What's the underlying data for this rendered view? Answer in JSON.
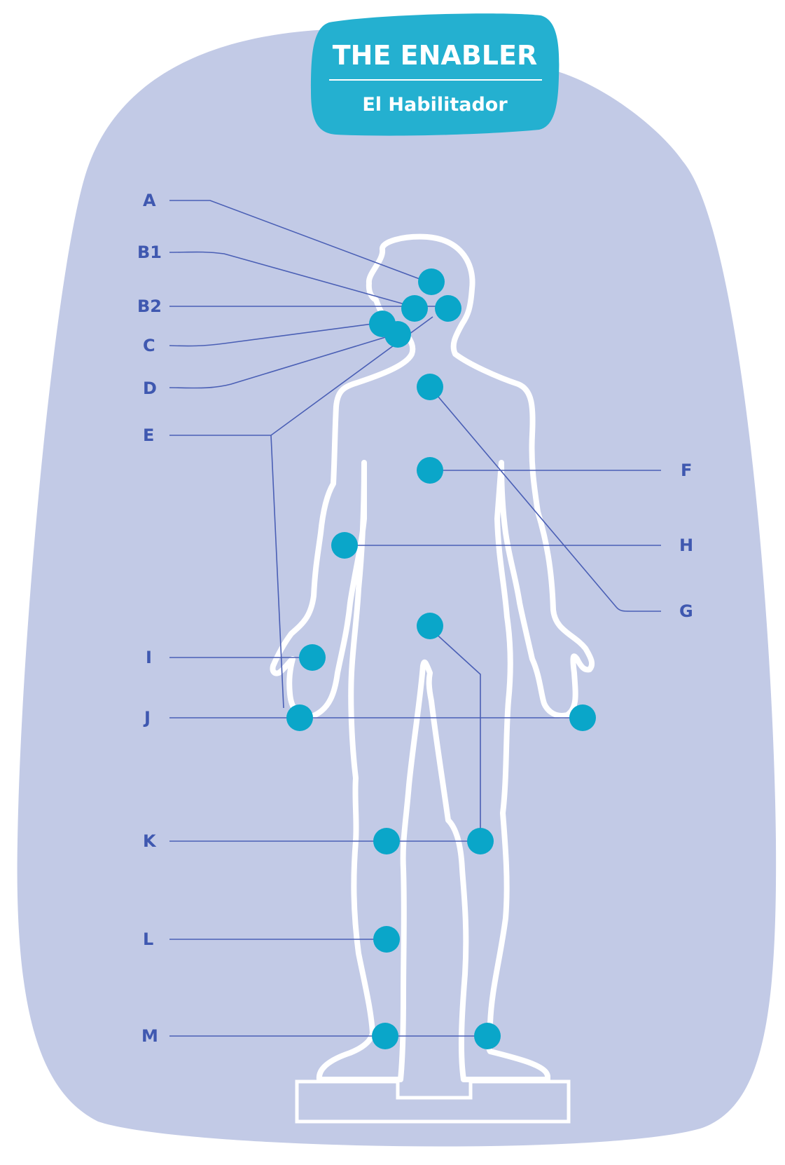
{
  "title": "THE ENABLER",
  "subtitle": "El Habilitador",
  "labels": {
    "A": "A",
    "B1": "B1",
    "B2": "B2",
    "C": "C",
    "D": "D",
    "E": "E",
    "F": "F",
    "G": "G",
    "H": "H",
    "I": "I",
    "J": "J",
    "K": "K",
    "L": "L",
    "M": "M"
  },
  "colors": {
    "background_blob": "#c2cae6",
    "badge": "#24b0d0",
    "point": "#0aa6c9",
    "leader_line": "#4a5fb5",
    "label": "#3f58b0",
    "outline": "#ffffff"
  }
}
